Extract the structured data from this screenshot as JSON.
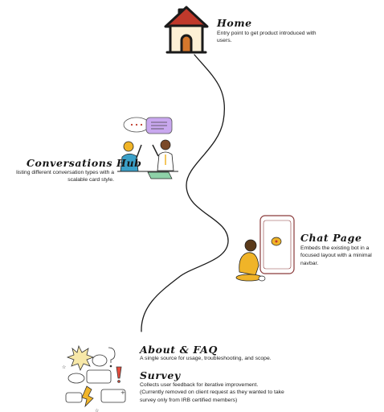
{
  "sections": {
    "home": {
      "title": "Home",
      "desc_line1": "Entry point to get product introduced with",
      "desc_line2": "users."
    },
    "conversations_hub": {
      "title": "Conversations Hub",
      "desc_line1": "listing different conversation types with a",
      "desc_line2": "scalable card style."
    },
    "chat_page": {
      "title": "Chat Page",
      "desc_line1": "Embeds the existing bot in a",
      "desc_line2": "focused layout with a minimal",
      "desc_line3": "navbar."
    },
    "about_faq": {
      "title": "About & FAQ",
      "desc_line1": "A single source for usage, troubleshooting, and scope."
    },
    "survey": {
      "title": "Survey",
      "desc_line1": "Collects user feedback for iterative improvement.",
      "desc_line2": "(Currently removed on client request as they wanted to take",
      "desc_line3": "survey only from IRB certified members)"
    }
  },
  "colors": {
    "roof": "#c0392b",
    "door": "#d4772c",
    "chat_bubble": "#c9a8ef",
    "skin": "#f0b428",
    "phone_frame": "#8a3a3a"
  },
  "icons": [
    "house-icon",
    "conversation-illustration",
    "phone-chat-illustration",
    "speech-bubbles-illustration"
  ]
}
